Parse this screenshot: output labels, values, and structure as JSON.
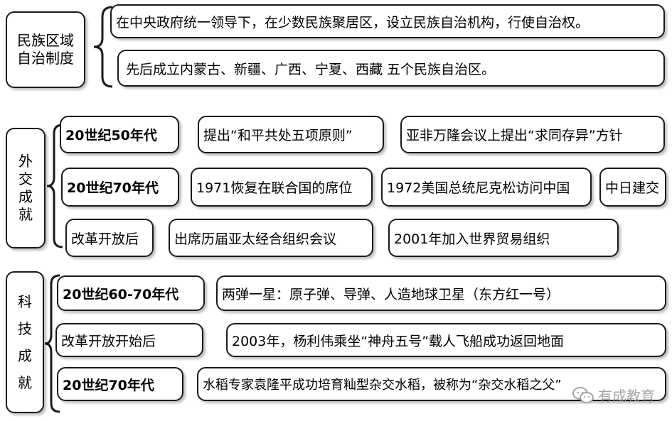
{
  "autonomy": {
    "category": "民族区域自治制度",
    "items": [
      "在中央政府统一领导下，在少数民族聚居区，设立民族自治机构，行使自治权。",
      "先后成立内蒙古、新疆、广西、宁夏、西藏 五个民族自治区。"
    ]
  },
  "diplomacy": {
    "category": "外交成就",
    "rows": [
      {
        "period": "20世纪50年代",
        "items": [
          "提出“和平共处五项原则”",
          "亚非万隆会议上提出“求同存异”方针"
        ]
      },
      {
        "period": "20世纪70年代",
        "items": [
          "1971恢复在联合国的席位",
          "1972美国总统尼克松访问中国",
          "中日建交"
        ]
      },
      {
        "period": "改革开放后",
        "items": [
          "出席历届亚太经合组织会议",
          "2001年加入世界贸易组织"
        ]
      }
    ]
  },
  "science": {
    "category": "科技成就",
    "rows": [
      {
        "period": "20世纪60-70年代",
        "item": "两弹一星：原子弹、导弹、人造地球卫星（东方红一号）"
      },
      {
        "period": "改革开放开始后",
        "item": "2003年，杨利伟乘坐“神舟五号”载人飞船成功返回地面"
      },
      {
        "period": "20世纪70年代",
        "item": "水稻专家袁隆平成功培育籼型杂交水稻，被称为“杂交水稻之父”"
      }
    ]
  },
  "watermark": {
    "text": "有成教育",
    "icon": "wechat-icon"
  }
}
